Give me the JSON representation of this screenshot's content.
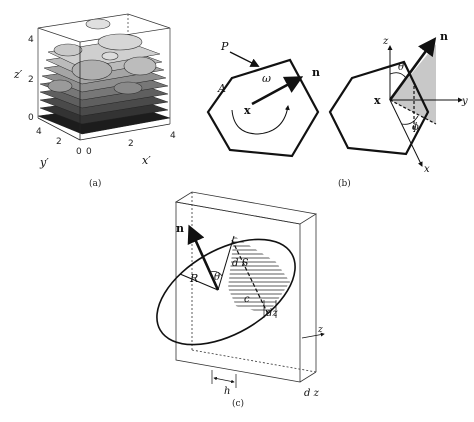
{
  "panel_a": {
    "caption": "(a)",
    "axis_z": "z′",
    "axis_y": "y′",
    "axis_x": "x′",
    "ticks_z": [
      "4",
      "2",
      "0"
    ],
    "ticks_y": [
      "4",
      "2",
      "0"
    ],
    "ticks_x": [
      "0",
      "2",
      "4"
    ]
  },
  "panel_b": {
    "caption": "(b)",
    "left": {
      "P": "P",
      "A": "A",
      "n": "n",
      "x": "x",
      "omega": "ω"
    },
    "right": {
      "z": "z",
      "n": "n",
      "theta": "θ",
      "x_point": "x",
      "y": "y",
      "phi": "ϕ",
      "x_axis": "x"
    }
  },
  "panel_c": {
    "caption": "(c)",
    "n": "n",
    "R": "R",
    "theta": "θ",
    "dS": "d S",
    "c": "c",
    "dz_right": "dz",
    "z": "z",
    "h": "h",
    "dz_bottom": "d z"
  },
  "colors": {
    "ink": "#111111",
    "shade_light": "#c8c8c8",
    "shade_dark": "#2a2a2a"
  }
}
